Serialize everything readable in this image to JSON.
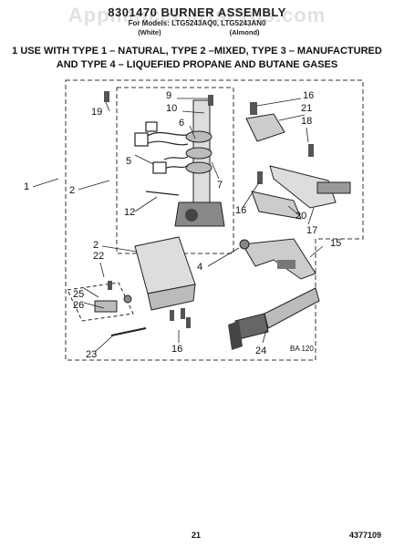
{
  "header": {
    "watermark": "AppliancePartsPros.com",
    "title": "8301470 BURNER ASSEMBLY",
    "models_line": "For Models: LTG5243AQ0, LTG5243AN0",
    "color_white": "(White)",
    "color_almond": "(Almond)"
  },
  "notes": {
    "line1": "1 USE WITH TYPE 1 – NATURAL, TYPE 2 –MIXED, TYPE 3 – MANUFACTURED",
    "line2": "AND TYPE 4 – LIQUEFIED PROPANE AND BUTANE GASES"
  },
  "callouts": [
    "1",
    "2",
    "2",
    "4",
    "5",
    "6",
    "7",
    "9",
    "10",
    "12",
    "15",
    "16",
    "16",
    "16",
    "17",
    "18",
    "19",
    "20",
    "21",
    "22",
    "23",
    "24",
    "25",
    "26"
  ],
  "diagram_code": "BA 120",
  "footer": {
    "page_number": "21",
    "doc_number": "4377109"
  }
}
